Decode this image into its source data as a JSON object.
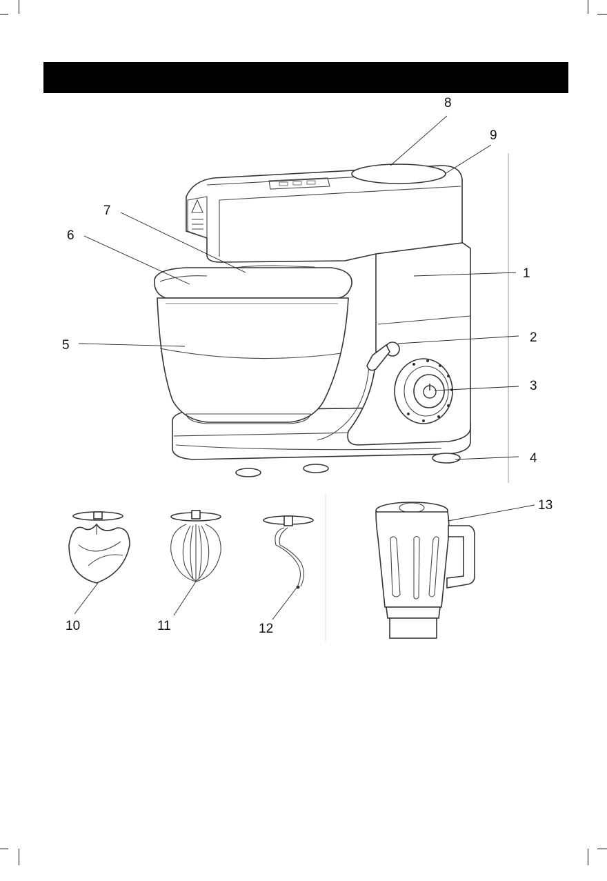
{
  "callouts": [
    {
      "id": "1",
      "label": "1"
    },
    {
      "id": "2",
      "label": "2"
    },
    {
      "id": "3",
      "label": "3"
    },
    {
      "id": "4",
      "label": "4"
    },
    {
      "id": "5",
      "label": "5"
    },
    {
      "id": "6",
      "label": "6"
    },
    {
      "id": "7",
      "label": "7"
    },
    {
      "id": "8",
      "label": "8"
    },
    {
      "id": "9",
      "label": "9"
    },
    {
      "id": "10",
      "label": "10"
    },
    {
      "id": "11",
      "label": "11"
    },
    {
      "id": "12",
      "label": "12"
    },
    {
      "id": "13",
      "label": "13"
    }
  ],
  "icons": {
    "header": "black-header-bar",
    "mixer": "stand-mixer-drawing",
    "beater": "flat-beater-drawing",
    "whisk": "balloon-whisk-drawing",
    "hook": "dough-hook-drawing",
    "blender": "blender-jug-drawing"
  }
}
